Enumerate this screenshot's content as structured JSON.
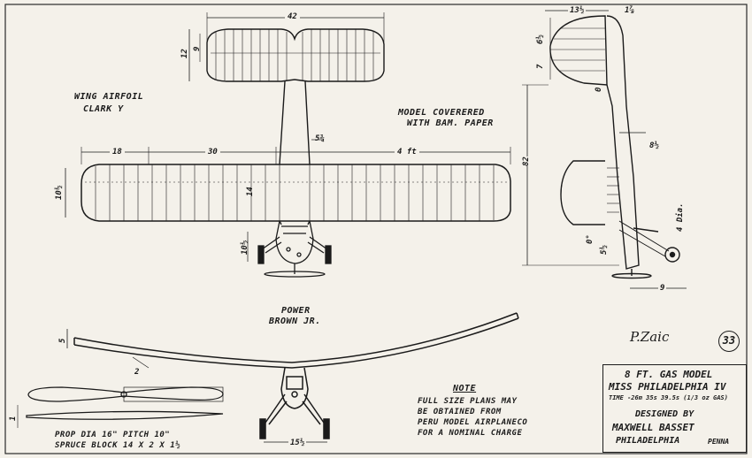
{
  "labels": {
    "wing_airfoil_1": "WING AIRFOIL",
    "wing_airfoil_2": "CLARK Y",
    "covering_1": "MODEL COVERERED",
    "covering_2": "WITH BAM. PAPER",
    "power_1": "POWER",
    "power_2": "BROWN JR.",
    "note_title": "NOTE",
    "note_1": "FULL SIZE PLANS MAY",
    "note_2": "BE OBTAINED FROM",
    "note_3": "PERU MODEL AIRPLANECO",
    "note_4": "FOR A NOMINAL CHARGE",
    "prop_1": "PROP DIA 16\" PITCH 10\"",
    "prop_2": "SPRUCE BLOCK 14 x 2 x 1½",
    "signature": "P.Zaic",
    "sheet_number": "33"
  },
  "dimensions": {
    "stab_span": "42",
    "stab_chord": "12",
    "stab_inner": "9",
    "fus_width": "5¾",
    "wing_tip": "18",
    "wing_center": "30",
    "wing_half": "4 ft",
    "wing_chord": "10½",
    "center_chord": "14",
    "gear_height": "10½",
    "length": "82",
    "rudder_width": "13½",
    "rudder_top": "1⅞",
    "rudder_height": "6½",
    "rudder_lower": "7",
    "rudder_offset": "0",
    "fus_depth": "8½",
    "wheel_dia": "4 Dia.",
    "incidence": "0°",
    "gear_offset": "5½",
    "gear_base": "9",
    "dihedral": "5",
    "tip_rise": "2",
    "track": "15½",
    "prop_thick": "1"
  },
  "titleblock": {
    "line1": "8 FT. GAS MODEL",
    "line2": "MISS PHILADELPHIA IV",
    "line3": "TIME -26m 35s 39.5s (1/3 oz GAS)",
    "line4": "DESIGNED BY",
    "line5": "MAXWELL BASSET",
    "line6": "PHILADELPHIA",
    "line7": "PENNA"
  }
}
